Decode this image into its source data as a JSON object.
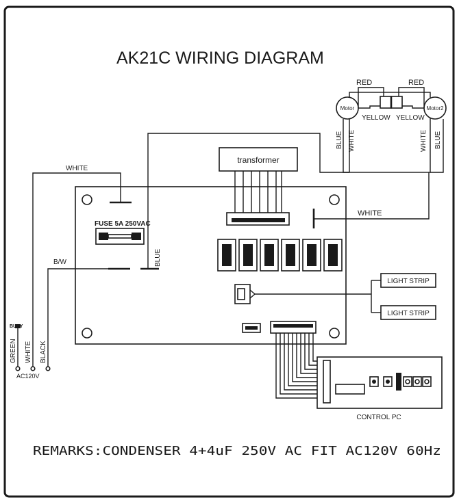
{
  "title": "AK21C WIRING DIAGRAM",
  "remarks": "REMARKS:CONDENSER  4+4uF  250V  AC  FIT  AC120V  60Hz",
  "motors": {
    "motor1": "Motor",
    "motor2": "Motor2"
  },
  "wire_labels": {
    "red": "RED",
    "yellow": "YELLOW",
    "blue": "BLUE",
    "white": "WHITE",
    "bw": "B/W",
    "green": "GREEN",
    "black": "BLACK"
  },
  "transformer": "transformer",
  "fuse": "FUSE 5A 250VAC",
  "light_strip": "LIGHT STRIP",
  "control_pc": "CONTROL PC",
  "terminals": {
    "busy": "BUSY",
    "ac120v": "AC120V"
  }
}
